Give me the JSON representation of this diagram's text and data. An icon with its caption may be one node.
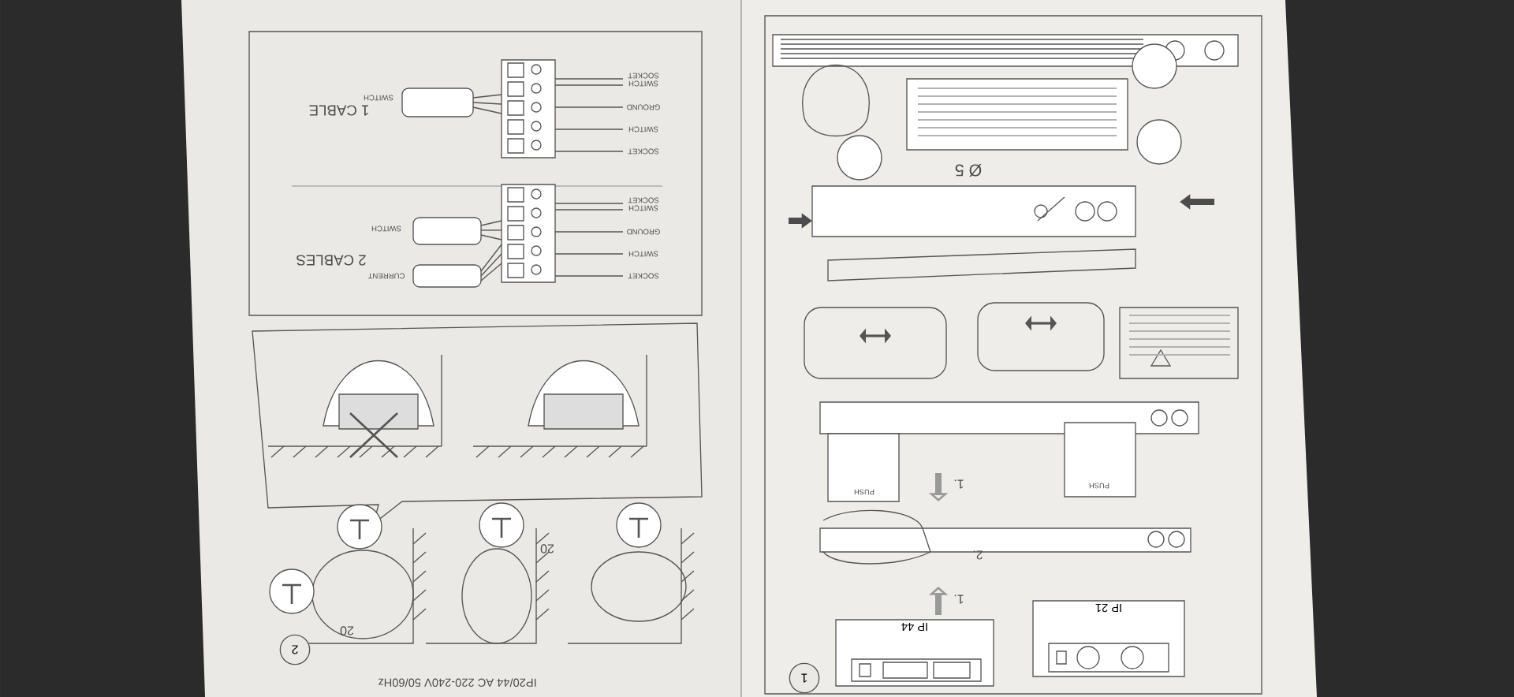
{
  "diagram": {
    "nodes": [
      {
        "text": [
          "IP 44"
        ]
      },
      {
        "text": [
          "IP 21"
        ]
      },
      {
        "text": [
          "1"
        ]
      },
      {
        "text": [
          "2"
        ]
      }
    ],
    "labels": [
      "1 CABLE",
      "SOCKET",
      "SWITCH",
      "GROUND",
      "SWITCH",
      "SOCKET",
      "SWITCH",
      "2 CABLES",
      "SOCKET",
      "SWITCH",
      "GROUND",
      "SWITCH",
      "SOCKET",
      "SWITCH",
      "CURRENT",
      "20",
      "20",
      "IP20/44 AC 220-240V 50/60Hz",
      "Ø 5",
      "PUSH",
      "PUSH",
      "1.",
      "2.",
      "1."
    ]
  }
}
